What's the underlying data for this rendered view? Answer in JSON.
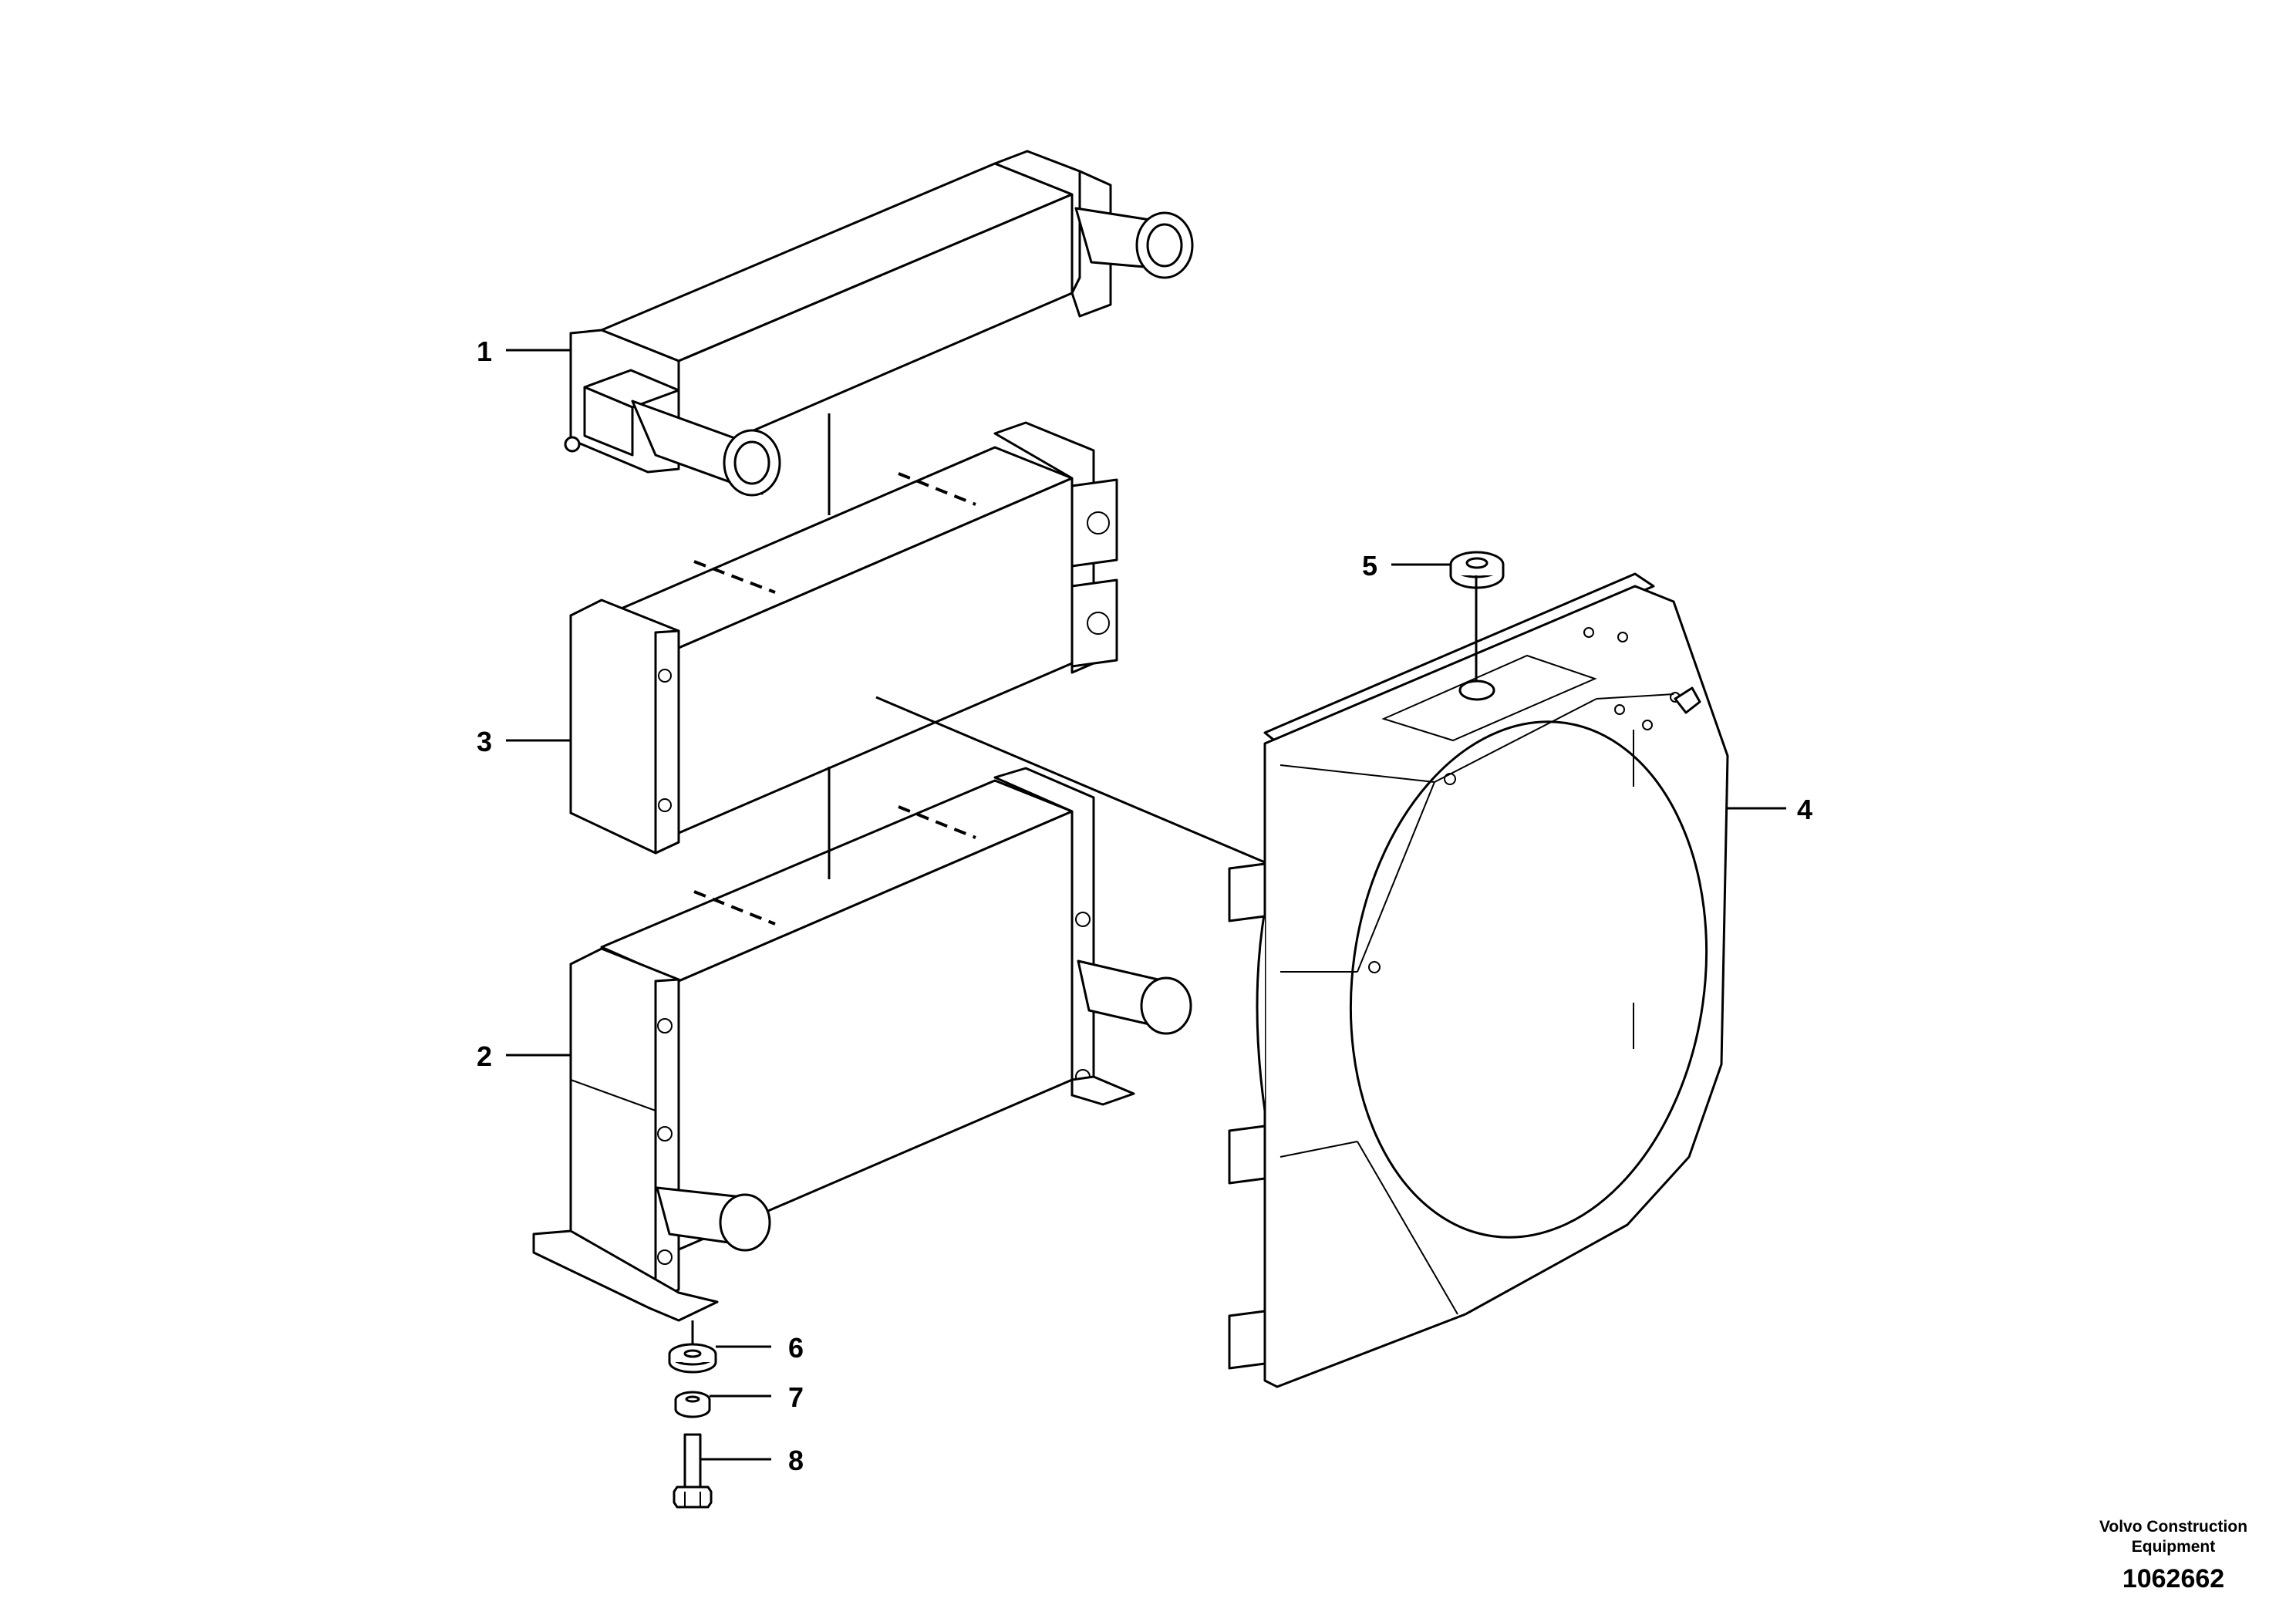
{
  "callouts": [
    {
      "id": "1",
      "label": "1"
    },
    {
      "id": "2",
      "label": "2"
    },
    {
      "id": "3",
      "label": "3"
    },
    {
      "id": "4",
      "label": "4"
    },
    {
      "id": "5",
      "label": "5"
    },
    {
      "id": "6",
      "label": "6"
    },
    {
      "id": "7",
      "label": "7"
    },
    {
      "id": "8",
      "label": "8"
    }
  ],
  "footer": {
    "brand_line1": "Volvo Construction",
    "brand_line2": "Equipment",
    "doc_number": "1062662"
  }
}
